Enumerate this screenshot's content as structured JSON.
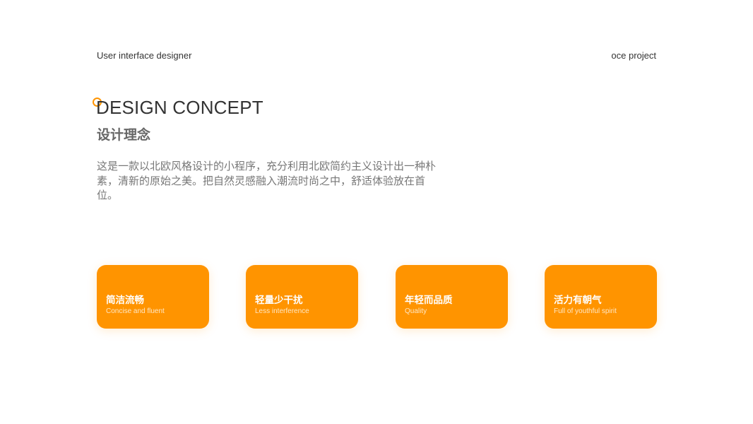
{
  "header": {
    "left_label": "User interface designer",
    "right_label": "oce project"
  },
  "section": {
    "title_en": "DESIGN CONCEPT",
    "title_cn": "设计理念",
    "description": "这是一款以北欧风格设计的小程序，充分利用北欧简约主义设计出一种朴素，清新的原始之美。把自然灵感融入潮流时尚之中，舒适体验放在首位。"
  },
  "accent_color": "#ff9400",
  "cards": [
    {
      "title": "简洁流畅",
      "subtitle": "Concise and fluent"
    },
    {
      "title": "轻量少干扰",
      "subtitle": "Less interference"
    },
    {
      "title": "年轻而品质",
      "subtitle": "Quality"
    },
    {
      "title": "活力有朝气",
      "subtitle": "Full of youthful spirit"
    }
  ]
}
